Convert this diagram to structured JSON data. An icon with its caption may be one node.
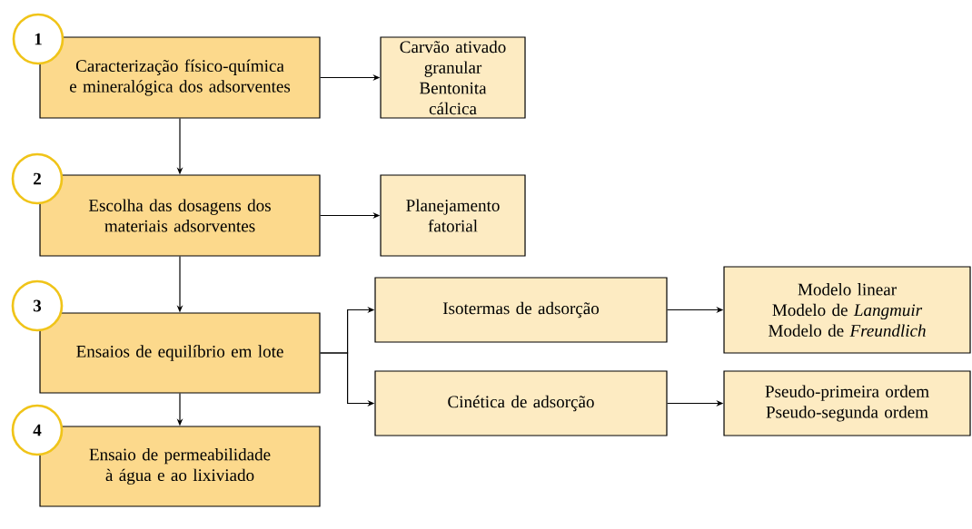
{
  "diagram": {
    "nodes": [
      {
        "text": [
          "1"
        ]
      },
      {
        "text": [
          "Caracterização físico-química e mineralógica dos adsorventes"
        ]
      },
      {
        "text": [
          "Carvão ativado granular",
          "Bentonita cálcica"
        ]
      },
      {
        "text": [
          "2"
        ]
      },
      {
        "text": [
          "Escolha das dosagens dos materiais adsorventes"
        ]
      },
      {
        "text": [
          "Planejamento fatorial"
        ]
      },
      {
        "text": [
          "3"
        ]
      },
      {
        "text": [
          "Ensaios de equilíbrio em lote"
        ]
      },
      {
        "text": [
          "Isotermas de adsorção"
        ]
      },
      {
        "text": [
          "Modelo linear",
          "Modelo de *Langmuir*",
          "Modelo de *Freundlich*"
        ]
      },
      {
        "text": [
          "Cinética de adsorção"
        ]
      },
      {
        "text": [
          "Pseudo-primeira ordem",
          "Pseudo-segunda ordem"
        ]
      },
      {
        "text": [
          "4"
        ]
      },
      {
        "text": [
          "Ensaio de permeabilidade à água e ao lixiviado"
        ]
      }
    ],
    "edges": [
      {
        "from": 1,
        "to": 2,
        "arrow": "to"
      },
      {
        "from": 1,
        "to": 4,
        "arrow": "to"
      },
      {
        "from": 4,
        "to": 5,
        "arrow": "to"
      },
      {
        "from": 4,
        "to": 7,
        "arrow": "to"
      },
      {
        "from": 7,
        "to": 8,
        "arrow": "to"
      },
      {
        "from": 7,
        "to": 10,
        "arrow": "to"
      },
      {
        "from": 8,
        "to": 9,
        "arrow": "to"
      },
      {
        "from": 10,
        "to": 11,
        "arrow": "to"
      },
      {
        "from": 7,
        "to": 13,
        "arrow": "to"
      }
    ]
  }
}
